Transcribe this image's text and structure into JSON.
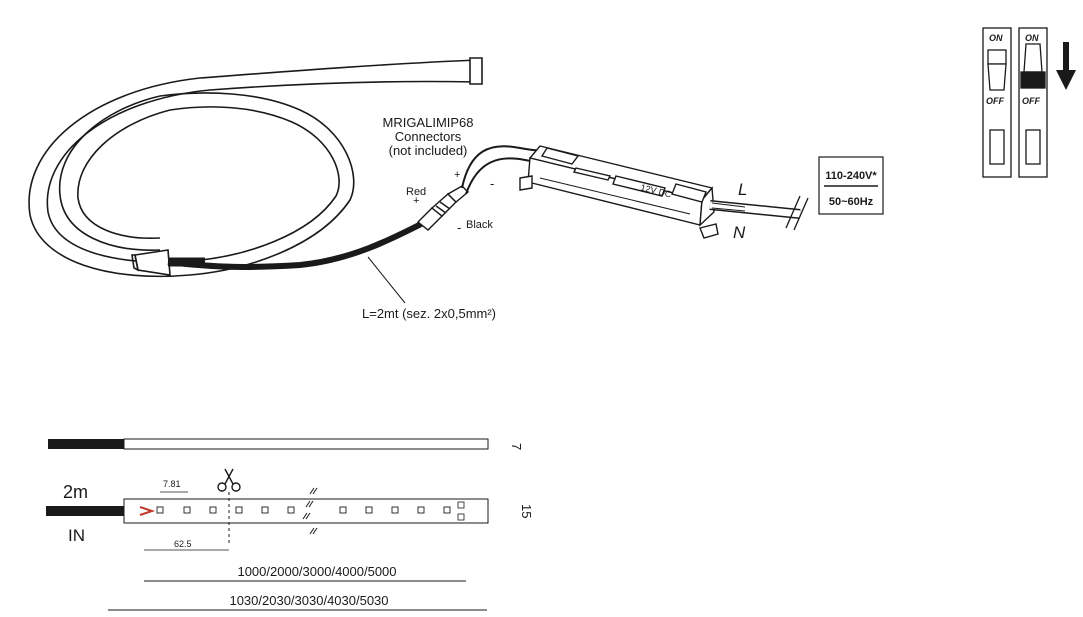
{
  "connector": {
    "code": "MRIGALIMIP68",
    "line2": "Connectors",
    "line3": "(not included)"
  },
  "wire_labels": {
    "red": "Red",
    "red_sign": "+",
    "black": "Black",
    "black_sign": "-",
    "plus_sign": "+",
    "minus_sign": "-"
  },
  "cable_length": "L=2mt (sez. 2x0,5mm²)",
  "driver_label": "12V DC",
  "mains": {
    "L": "L",
    "N": "N",
    "voltage": "110-240V*",
    "frequency": "50~60Hz"
  },
  "switches": {
    "on": "ON",
    "off": "OFF"
  },
  "dimensions": {
    "height_label": "7",
    "width_label": "15",
    "cable_len": "2m",
    "in_label": "IN",
    "led_pitch": "7.81",
    "cut_pitch": "62.5",
    "lengths_1": "1000/2000/3000/4000/5000",
    "lengths_2": "1030/2030/3030/4030/5030"
  }
}
